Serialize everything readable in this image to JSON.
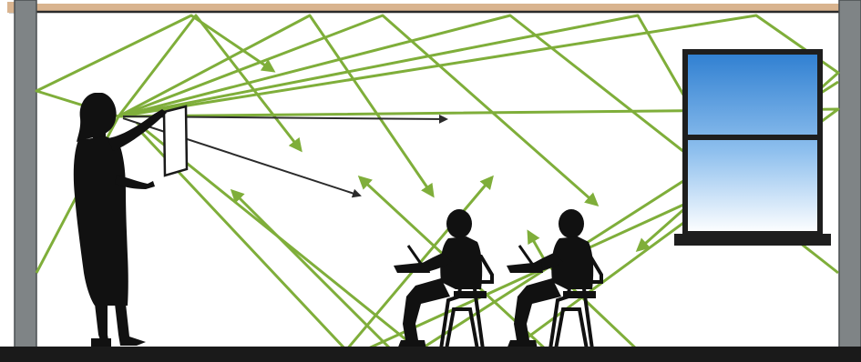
{
  "diagram": {
    "colors": {
      "background": "#ffffff",
      "wall": "#7f8486",
      "wall_edge": "#4a4e50",
      "ceiling": "#d9b48f",
      "ceiling_line": "#2a2a2a",
      "floor": "#1a1a1a",
      "reflection": "#7fae3a",
      "direct_sound": "#2b2b2b",
      "silhouette": "#111111",
      "window_frame": "#1e1e1e",
      "glass_top": "#2f7fd1",
      "glass_bottom": "#ffffff"
    },
    "elements": {
      "teacher": "standing-teacher-silhouette",
      "whiteboard": "whiteboard-panel",
      "student_1": "seated-student-silhouette",
      "student_2": "seated-student-silhouette",
      "window": "window-with-sky"
    }
  }
}
